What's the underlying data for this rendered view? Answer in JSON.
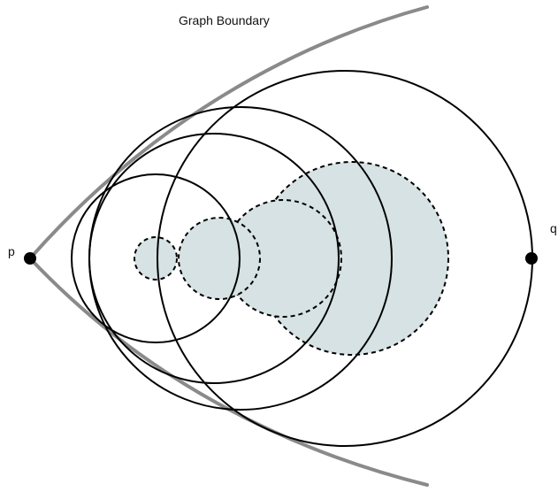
{
  "diagram": {
    "title": "Graph Boundary",
    "points": {
      "p": "p",
      "q": "q"
    },
    "colors": {
      "boundary": "#8a8a8a",
      "outline": "#000000",
      "fill": "#d6e2e3",
      "point": "#000000"
    }
  }
}
